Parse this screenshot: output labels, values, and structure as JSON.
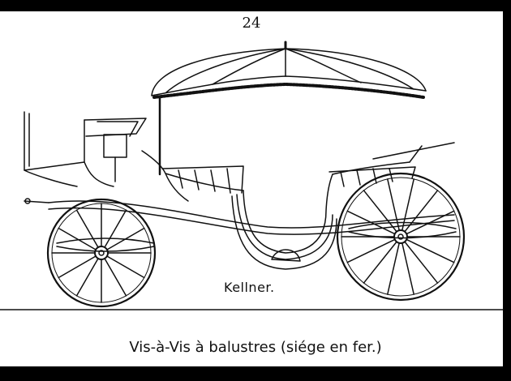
{
  "page": {
    "number": "24",
    "maker": "Kellner.",
    "caption": "Vis-à-Vis à balustres (siége en fer.)"
  },
  "illustration": {
    "subject": "carriage-engraving",
    "ink_color": "#111111"
  }
}
